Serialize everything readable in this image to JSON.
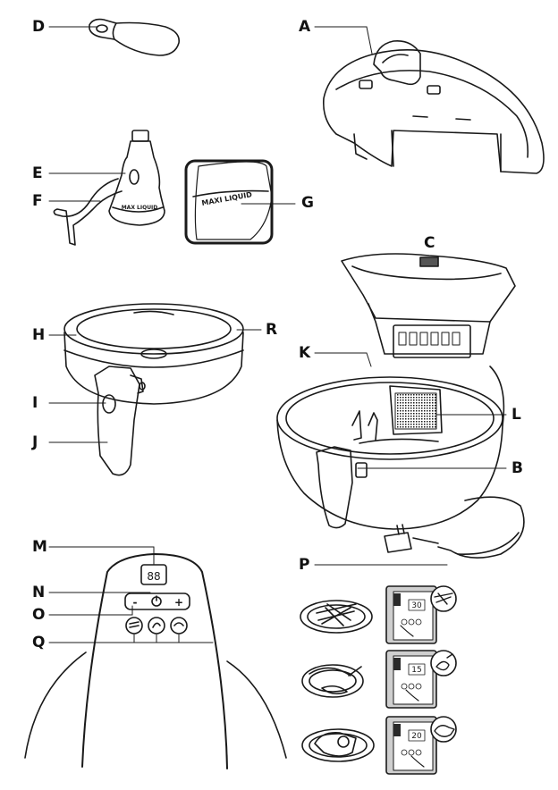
{
  "labels": {
    "A": "A",
    "B": "B",
    "C": "C",
    "D": "D",
    "E": "E",
    "F": "F",
    "G": "G",
    "H": "H",
    "I": "I",
    "J": "J",
    "K": "K",
    "L": "L",
    "M": "M",
    "N": "N",
    "O": "O",
    "P": "P",
    "Q": "Q",
    "R": "R"
  },
  "cup_text": "MAX LIQUID",
  "zoom_text": "MAXI LIQUID",
  "panel": {
    "minus": "-",
    "plus": "+",
    "digits": "88"
  },
  "steps": [
    {
      "time": "30",
      "food": "fries"
    },
    {
      "time": "15",
      "food": "vegetables"
    },
    {
      "time": "20",
      "food": "chicken"
    }
  ],
  "colors": {
    "line": "#1a1a1a",
    "panel_gray": "#cfcfcf",
    "screen": "#2a2a2a"
  }
}
